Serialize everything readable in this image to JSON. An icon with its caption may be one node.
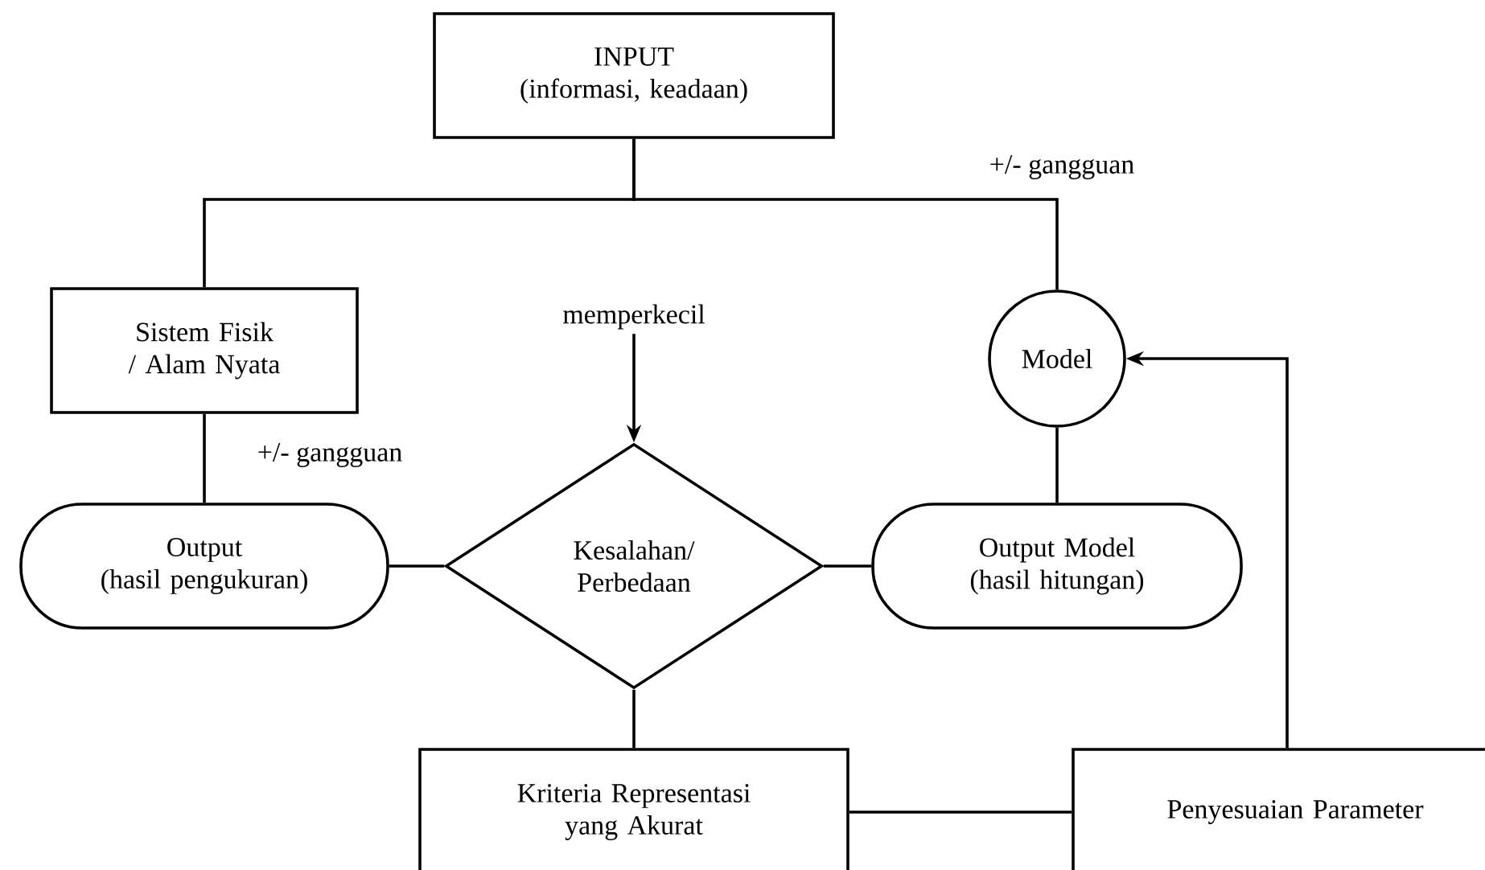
{
  "diagram": {
    "nodes": [
      {
        "text": [
          "INPUT",
          "(informasi, keadaan)"
        ]
      },
      {
        "text": [
          "Sistem Fisik / Alam Nyata"
        ]
      },
      {
        "text": [
          "Model"
        ]
      },
      {
        "text": [
          "memperkecil"
        ]
      },
      {
        "text": [
          "Output",
          "(hasil pengukuran)"
        ]
      },
      {
        "text": [
          "Kesalahan/ Perbedaan"
        ]
      },
      {
        "text": [
          "Output Model",
          "(hasil hitungan)"
        ]
      },
      {
        "text": [
          "Kriteria Representasi yang Akurat"
        ]
      },
      {
        "text": [
          "Penyesuaian Parameter"
        ]
      }
    ],
    "edges": [
      {
        "from": 0,
        "to": 1,
        "arrow": "none"
      },
      {
        "from": 0,
        "to": 2,
        "arrow": "none"
      },
      {
        "from": 1,
        "to": 4,
        "arrow": "none"
      },
      {
        "from": 2,
        "to": 6,
        "arrow": "none"
      },
      {
        "from": 4,
        "to": 5,
        "arrow": "none"
      },
      {
        "from": 5,
        "to": 6,
        "arrow": "none"
      },
      {
        "from": 3,
        "to": 5,
        "arrow": "to"
      },
      {
        "from": 5,
        "to": 7,
        "arrow": "none"
      },
      {
        "from": 7,
        "to": 8,
        "arrow": "none"
      },
      {
        "from": 8,
        "to": 2,
        "arrow": "to"
      }
    ],
    "labels": [
      "+/- gangguan",
      "+/- gangguan"
    ]
  }
}
